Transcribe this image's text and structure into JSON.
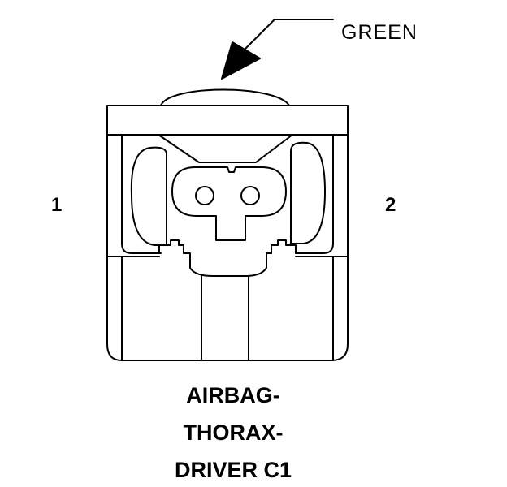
{
  "callout": {
    "color_label": "GREEN"
  },
  "pins": {
    "left": "1",
    "right": "2"
  },
  "caption": {
    "line1": "AIRBAG-",
    "line2": "THORAX-",
    "line3": "DRIVER C1"
  },
  "colors": {
    "line": "#000000",
    "background": "#ffffff"
  }
}
